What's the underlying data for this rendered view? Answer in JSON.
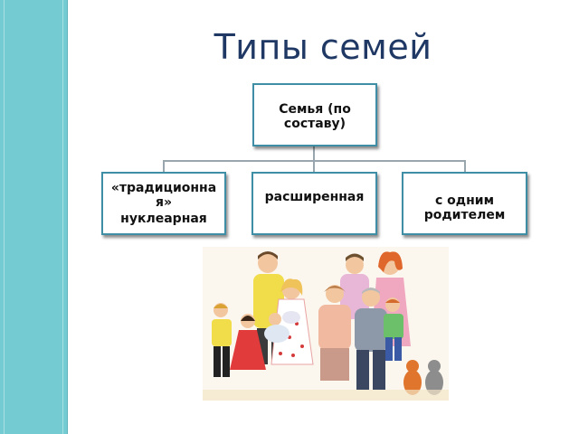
{
  "slide": {
    "title": "Типы семей"
  },
  "diagram": {
    "root": "Семья  (по составу)",
    "children": [
      {
        "line1": "«традиционна",
        "line2": "я»",
        "line3": "нуклеарная"
      },
      {
        "line1": "расширенная"
      },
      {
        "line1": "с одним",
        "line2": "родителем"
      }
    ]
  },
  "illustration": {
    "subject": "family group"
  }
}
